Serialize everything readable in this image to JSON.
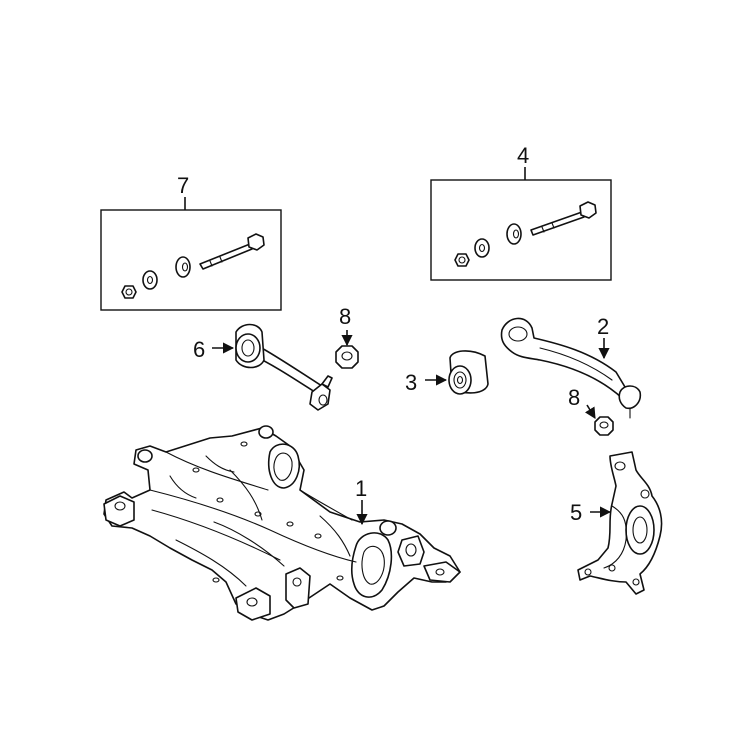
{
  "callouts": {
    "c1": "1",
    "c2": "2",
    "c3": "3",
    "c4": "4",
    "c5": "5",
    "c6": "6",
    "c7": "7",
    "c8a": "8",
    "c8b": "8"
  },
  "colors": {
    "ink": "#111111",
    "background": "#ffffff"
  }
}
